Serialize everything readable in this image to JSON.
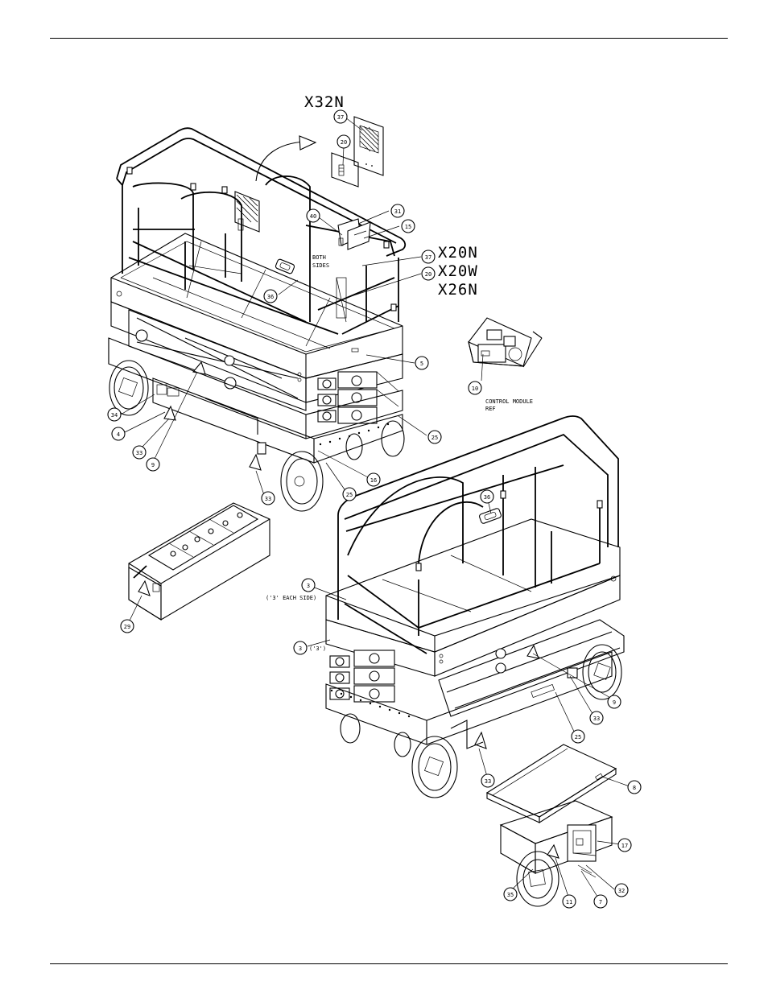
{
  "models": {
    "x32n": "X32N",
    "x20n": "X20N",
    "x20w": "X20W",
    "x26n": "X26N"
  },
  "notes": {
    "both_sides_1": "BOTH",
    "both_sides_2": "SIDES",
    "control_module_1": "CONTROL MODULE",
    "control_module_2": "REF",
    "each_side": "('3' EACH SIDE)",
    "three_ref": "('3')"
  },
  "callouts": {
    "c37_top": "37",
    "c20_top": "20",
    "c40": "40",
    "c31": "31",
    "c15": "15",
    "c37_mid": "37",
    "c20_mid": "20",
    "c36_top": "36",
    "c5": "5",
    "c10": "10",
    "c34": "34",
    "c4": "4",
    "c33_left": "33",
    "c9_left": "9",
    "c25_right": "25",
    "c16": "16",
    "c25_bottom": "25",
    "c33_mid": "33",
    "c29": "29",
    "c36_lower": "36",
    "c3_each": "3",
    "c3_ref": "3",
    "c9_right": "9",
    "c33_right": "33",
    "c25_lower": "25",
    "c33_lower": "33",
    "c8": "8",
    "c17": "17",
    "c32": "32",
    "c7": "7",
    "c11": "11",
    "c35": "35"
  }
}
